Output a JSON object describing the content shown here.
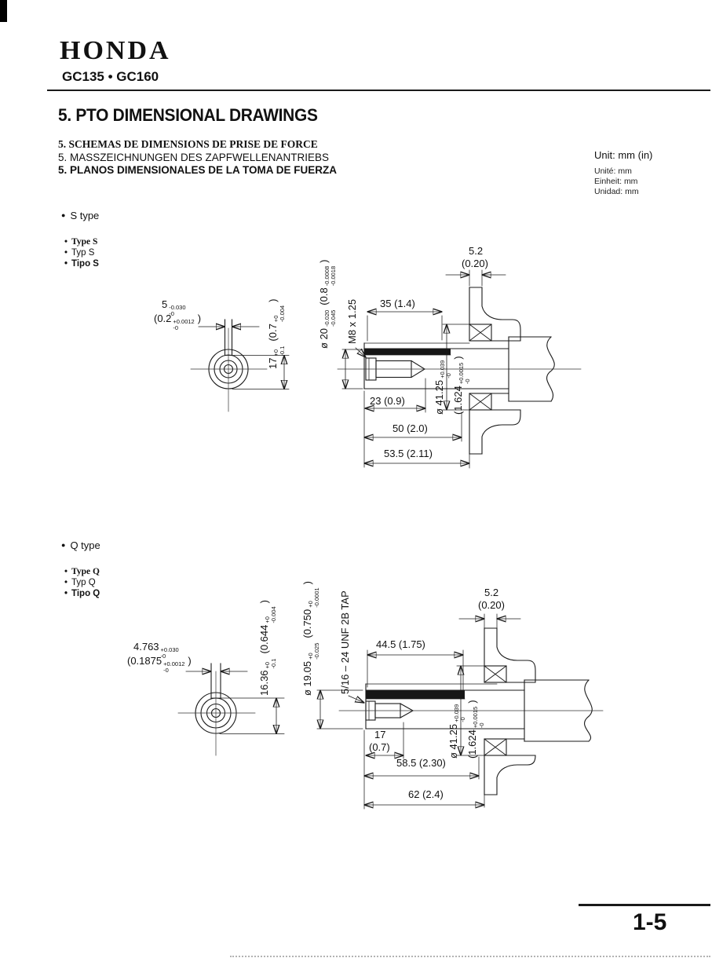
{
  "page": {
    "brand": "HONDA",
    "models": "GC135 • GC160",
    "page_number": "1-5"
  },
  "titles": {
    "main": "5. PTO DIMENSIONAL DRAWINGS",
    "fr": "5. SCHEMAS DE DIMENSIONS DE PRISE DE FORCE",
    "de": "5. MASSZEICHNUNGEN DES ZAPFWELLENANTRIEBS",
    "es": "5. PLANOS DIMENSIONALES DE LA TOMA DE FUERZA"
  },
  "units": {
    "main": "Unit: mm (in)",
    "fr": "Unité: mm",
    "de": "Einheit: mm",
    "es": "Unidad: mm"
  },
  "s_type": {
    "heading": "S type",
    "sub_labels": [
      "Type S",
      "Typ S",
      "Tipo S"
    ],
    "dims": {
      "keyway_width": {
        "v": "5",
        "tu": "-0.030",
        "tl": "-0",
        "pv": "(0.2",
        "ptu": "+0.0012",
        "ptl": "-0",
        "pc": ")"
      },
      "keyway_height": {
        "v": "17",
        "tu": "+0",
        "tl": "-0.1",
        "pv": "(0.7",
        "ptu": "+0",
        "ptl": "-0.004",
        "pc": ")"
      },
      "shaft_dia": {
        "v": "ø 20",
        "tu": "-0.020",
        "tl": "-0.045",
        "pv": "(0.8",
        "ptu": "-0.0008",
        "ptl": "-0.0018",
        "pc": ")"
      },
      "thread": "M8 x 1.25",
      "len_35": "35 (1.4)",
      "flange_mm": "5.2",
      "flange_in": "(0.20)",
      "depth_23": "23 (0.9)",
      "len_50": "50 (2.0)",
      "len_53_5": "53.5 (2.11)",
      "bore_dia": {
        "v": "ø 41.25",
        "tu": "+0.039",
        "tl": "-0",
        "pv": "(1.624",
        "ptu": "+0.0015",
        "ptl": "-0",
        "pc": ")"
      }
    }
  },
  "q_type": {
    "heading": "Q type",
    "sub_labels": [
      "Type Q",
      "Typ Q",
      "Tipo Q"
    ],
    "dims": {
      "keyway_width": {
        "v": "4.763",
        "tu": "+0.030",
        "tl": "-0",
        "pv": "(0.1875",
        "ptu": "+0.0012",
        "ptl": "-0",
        "pc": ")"
      },
      "keyway_height": {
        "v": "16.36",
        "tu": "+0",
        "tl": "-0.1",
        "pv": "(0.644",
        "ptu": "+0",
        "ptl": "-0.004",
        "pc": ")"
      },
      "shaft_dia": {
        "v": "ø 19.05",
        "tu": "+0",
        "tl": "-0.025",
        "pv": "(0.750",
        "ptu": "+0",
        "ptl": "-0.0001",
        "pc": ")"
      },
      "thread": "5/16 – 24 UNF 2B TAP",
      "len_44_5": "44.5 (1.75)",
      "flange_mm": "5.2",
      "flange_in": "(0.20)",
      "depth_17_mm": "17",
      "depth_17_in": "(0.7)",
      "len_58_5": "58.5 (2.30)",
      "len_62": "62 (2.4)",
      "bore_dia": {
        "v": "ø 41.25",
        "tu": "+0.039",
        "tl": "-0",
        "pv": "(1.624",
        "ptu": "+0.0015",
        "ptl": "-0",
        "pc": ")"
      }
    }
  }
}
